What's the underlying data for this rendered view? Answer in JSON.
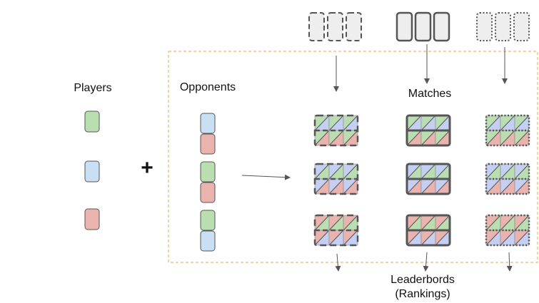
{
  "labels": {
    "players": "Players",
    "opponents": "Opponents",
    "matches": "Matches",
    "leaderboards_line1": "Leaderbords",
    "leaderboards_line2": "(Rankings)",
    "plus": "+"
  },
  "colors": {
    "green": "#b9deb0",
    "blue": "#c9dff3",
    "red": "#eab3ae",
    "matchBlue": "#c3d0f3",
    "cardStroke": "#555555",
    "arrow": "#555555",
    "dashedBox": "#f0a830",
    "templateFill": "#eeeeee"
  },
  "players": [
    "green",
    "blue",
    "red"
  ],
  "opponents": [
    [
      "blue",
      "red"
    ],
    [
      "green",
      "red"
    ],
    [
      "green",
      "blue"
    ]
  ],
  "match_styles": [
    "dashed",
    "solid",
    "dotted"
  ],
  "match_rows": [
    {
      "player": "green",
      "opponents": [
        "blue",
        "red"
      ]
    },
    {
      "player": "blue",
      "opponents": [
        "green",
        "red"
      ]
    },
    {
      "player": "red",
      "opponents": [
        "green",
        "blue"
      ]
    }
  ]
}
